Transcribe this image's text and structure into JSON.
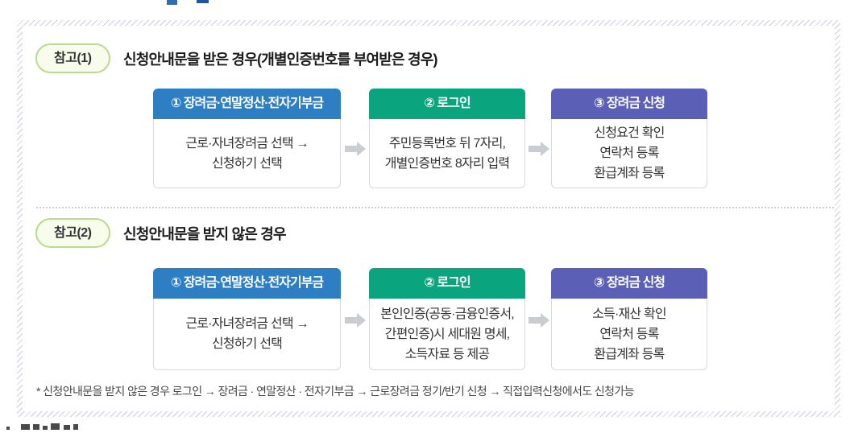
{
  "panel": {
    "accent_colors": {
      "step_blue": "#2d7ec3",
      "step_green": "#0aa57e",
      "step_purple": "#5b60b6",
      "badge_border": "#b9db8d",
      "badge_background": "#f8fcec",
      "arrow_gray": "#c9ccd1"
    },
    "sections": [
      {
        "badge": "참고(1)",
        "title": "신청안내문을 받은 경우(개별인증번호를 부여받은 경우)",
        "steps": [
          {
            "header": "① 장려금·연말정산·전자기부금",
            "color": "#2d7ec3",
            "body": [
              "근로·자녀장려금 선택 →",
              "신청하기 선택"
            ]
          },
          {
            "header": "② 로그인",
            "color": "#0aa57e",
            "body": [
              "주민등록번호 뒤 7자리,",
              "개별인증번호 8자리 입력"
            ]
          },
          {
            "header": "③ 장려금 신청",
            "color": "#5b60b6",
            "body": [
              "신청요건 확인",
              "연락처 등록",
              "환급계좌 등록"
            ]
          }
        ]
      },
      {
        "badge": "참고(2)",
        "title": "신청안내문을 받지 않은 경우",
        "steps": [
          {
            "header": "① 장려금·연말정산·전자기부금",
            "color": "#2d7ec3",
            "body": [
              "근로·자녀장려금 선택 →",
              "신청하기 선택"
            ]
          },
          {
            "header": "② 로그인",
            "color": "#0aa57e",
            "body": [
              "본인인증(공동·금융인증서,",
              "간편인증)시 세대원 명세,",
              "소득자료 등 제공"
            ]
          },
          {
            "header": "③ 장려금 신청",
            "color": "#5b60b6",
            "body": [
              "소득·재산 확인",
              "연락처 등록",
              "환급계좌 등록"
            ]
          }
        ],
        "footnote": "* 신청안내문을 받지 않은 경우 로그인 → 장려금 · 연말정산 · 전자기부금 → 근로장려금 정기/반기 신청 → 직접입력신청에서도 신청가능"
      }
    ]
  }
}
